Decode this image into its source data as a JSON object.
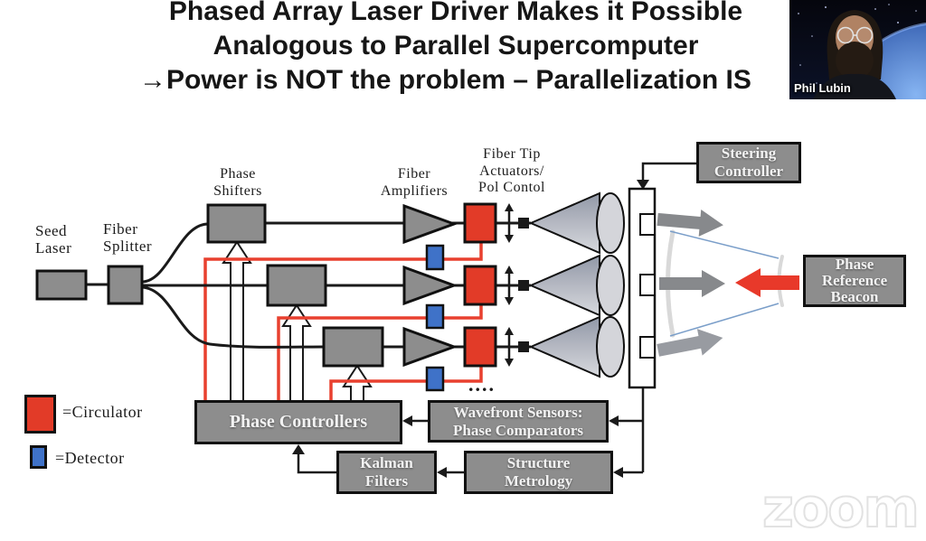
{
  "title": {
    "line1": "Phased Array Laser Driver Makes it Possible",
    "line2": "Analogous to Parallel Supercomputer",
    "line3": "→Power is NOT the problem – Parallelization IS"
  },
  "webcam": {
    "name": "Phil Lubin"
  },
  "watermark": "zoom",
  "colors": {
    "title_text": "#161616",
    "box_gray": "#8d8d8d",
    "box_border": "#111111",
    "box_text": "#f2f2f2",
    "circulator_red": "#e23b28",
    "detector_blue": "#3f72c8",
    "wire_red": "#e8402f",
    "line_black": "#1a1a1a",
    "beam_arrow_gray": "#87898c",
    "beacon_arrow_red": "#e8392a",
    "envelope_blue": "#7a9ec9",
    "wavefront_arc_gray": "#d9d9d9",
    "watermark_gray": "#e2e2e2"
  },
  "diagram": {
    "labels": {
      "seed_laser": "Seed\nLaser",
      "fiber_splitter": "Fiber\nSplitter",
      "phase_shifters": "Phase\nShifters",
      "fiber_amplifiers": "Fiber\nAmplifiers",
      "fiber_tip": "Fiber Tip\nActuators/\nPol Contol",
      "ellipsis": "...."
    },
    "boxes": {
      "steering_controller": "Steering\nController",
      "phase_reference_beacon": "Phase\nReference\nBeacon",
      "phase_controllers": "Phase Controllers",
      "wavefront_sensors": "Wavefront Sensors:\nPhase Comparators",
      "kalman_filters": "Kalman\nFilters",
      "structure_metrology": "Structure\nMetrology"
    },
    "legend": [
      {
        "swatch": "circulator",
        "label": "=Circulator"
      },
      {
        "swatch": "detector",
        "label": "=Detector"
      }
    ]
  }
}
